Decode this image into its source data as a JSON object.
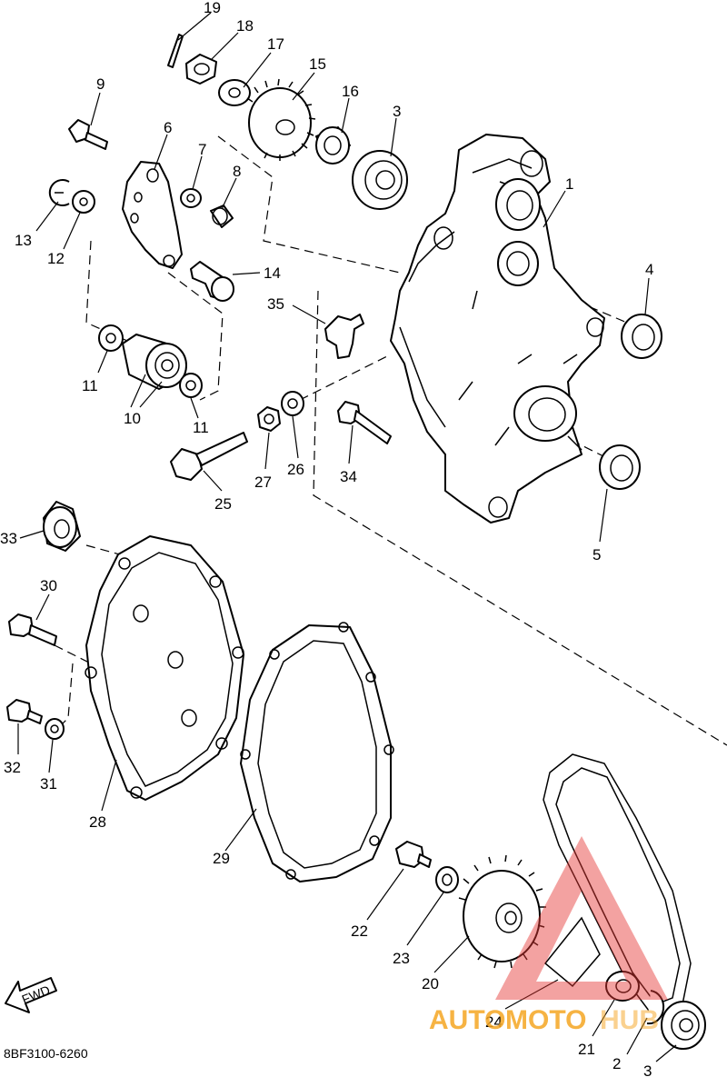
{
  "diagram_code": "8BF3100-6260",
  "fwd_label": "FWD",
  "watermark": {
    "text_part1": "AUTO",
    "text_part2": "MOTO",
    "text_part3": "HUB",
    "color_orange": "#f5a623",
    "color_red": "#e53935"
  },
  "callouts": {
    "n1": "1",
    "n2": "2",
    "n3a": "3",
    "n3b": "3",
    "n4": "4",
    "n5": "5",
    "n6": "6",
    "n7": "7",
    "n8": "8",
    "n9": "9",
    "n10": "10",
    "n11a": "11",
    "n11b": "11",
    "n12": "12",
    "n13": "13",
    "n14": "14",
    "n15": "15",
    "n16": "16",
    "n17": "17",
    "n18": "18",
    "n19": "19",
    "n20": "20",
    "n21": "21",
    "n22": "22",
    "n23": "23",
    "n24": "24",
    "n25": "25",
    "n26": "26",
    "n27": "27",
    "n28": "28",
    "n29": "29",
    "n30": "30",
    "n31": "31",
    "n32": "32",
    "n33": "33",
    "n34": "34",
    "n35": "35"
  }
}
